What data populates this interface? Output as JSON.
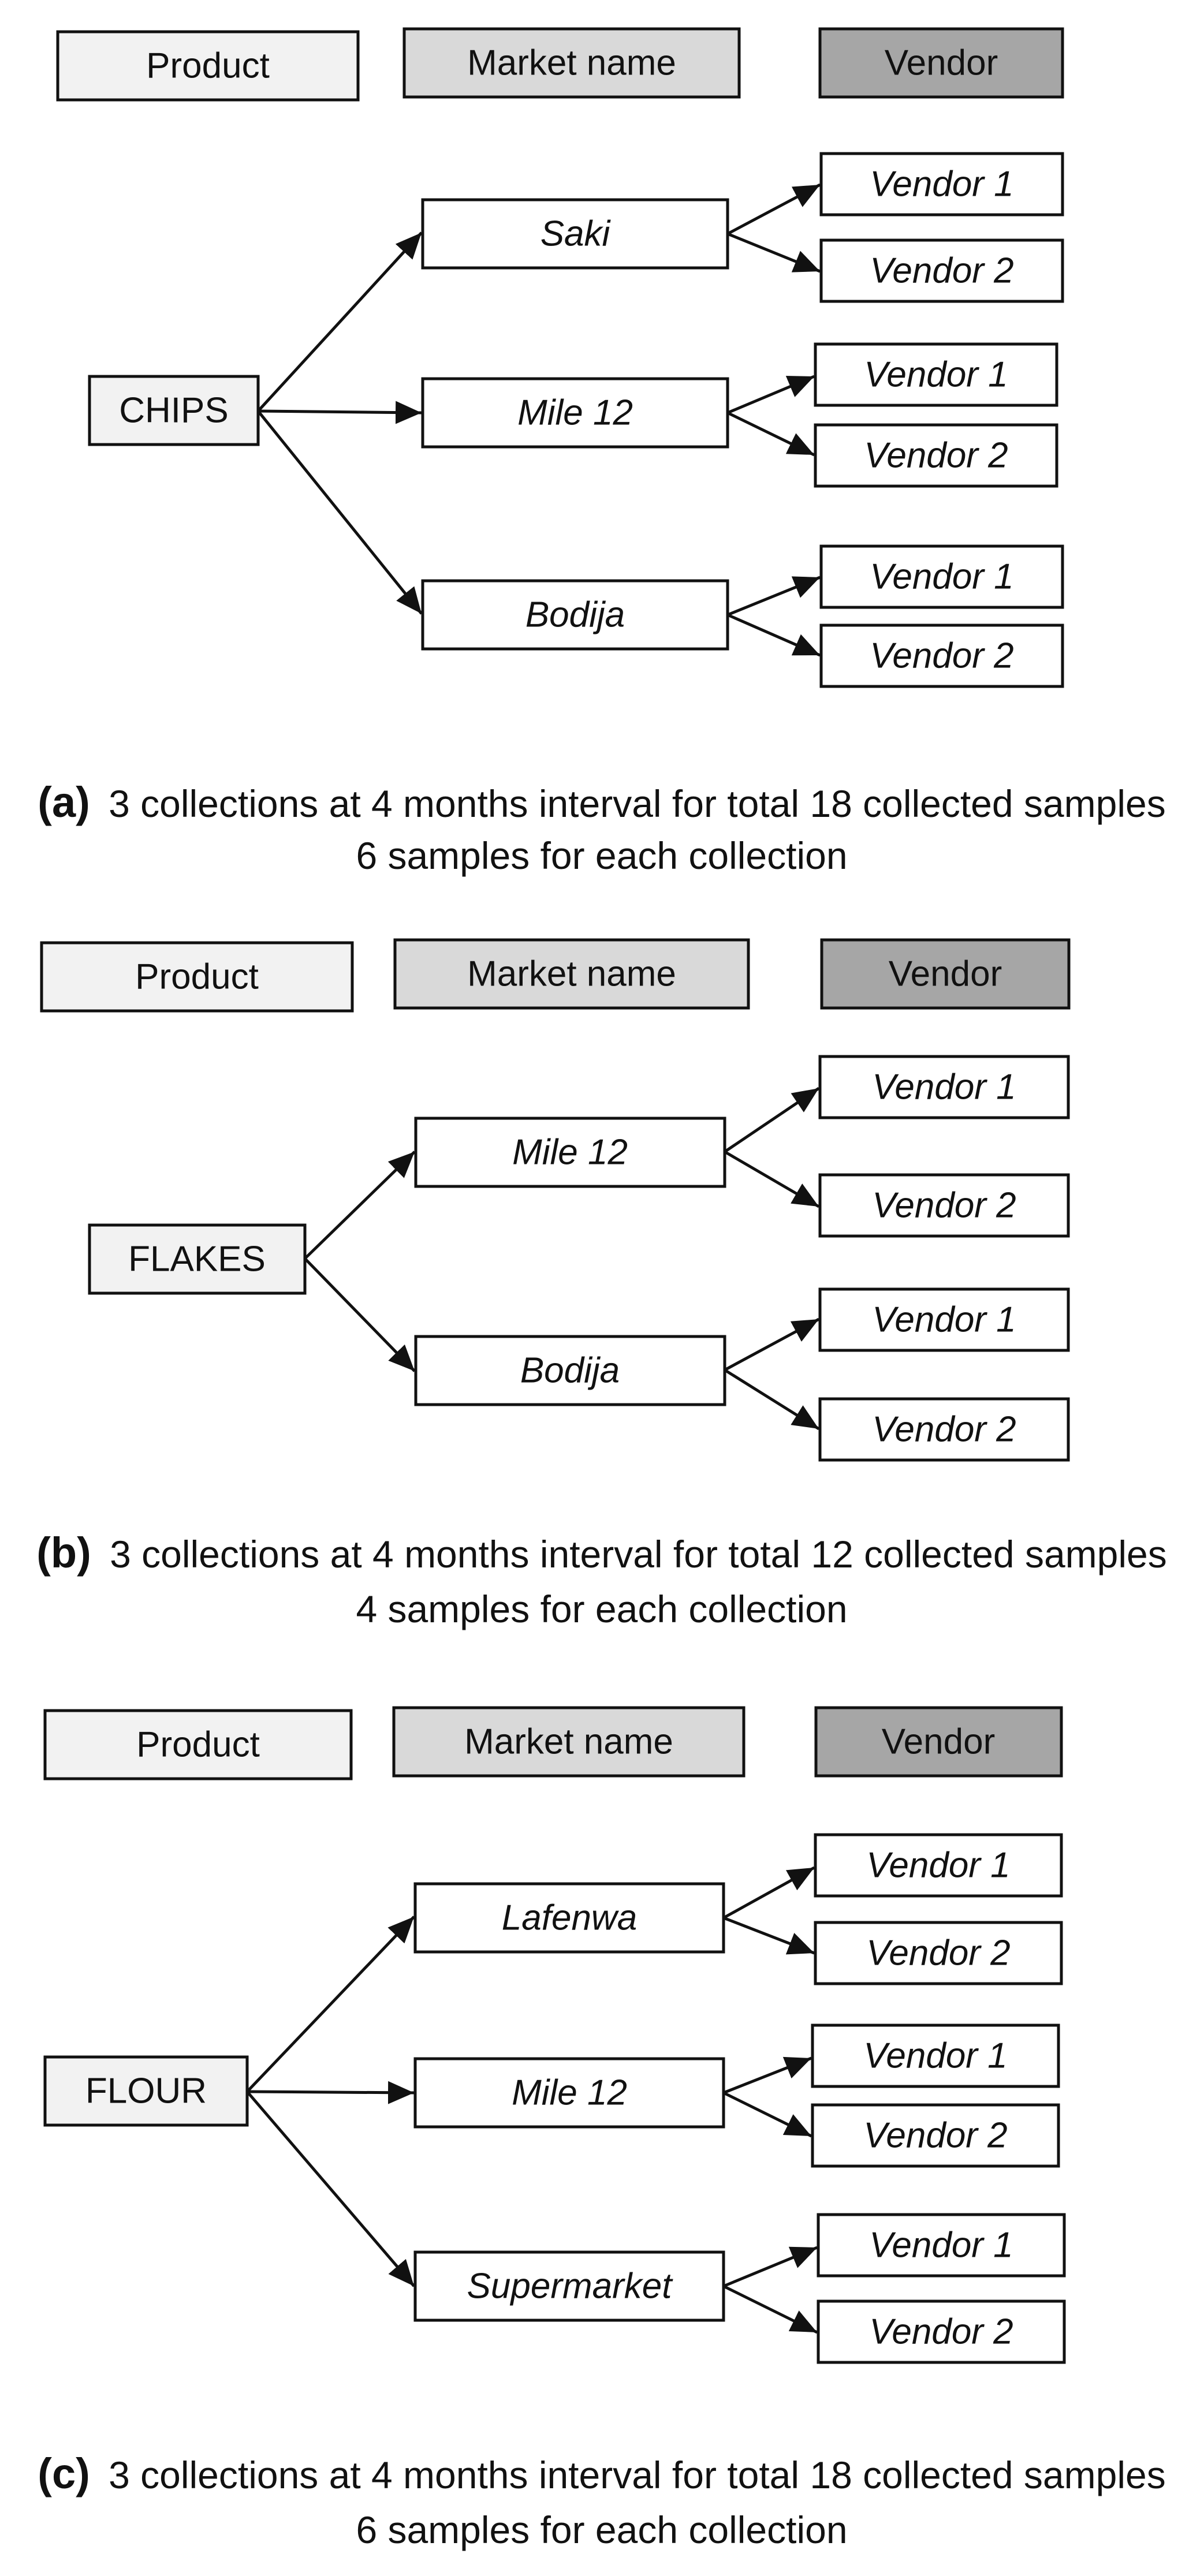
{
  "legend": {
    "product": "Product",
    "market": "Market name",
    "vendor": "Vendor",
    "product_fill": "#f2f2f2",
    "market_fill": "#d9d9d9",
    "vendor_fill": "#a6a6a6"
  },
  "panels": [
    {
      "product": "CHIPS",
      "markets": [
        {
          "name": "Saki",
          "vendors": [
            "Vendor 1",
            "Vendor 2"
          ]
        },
        {
          "name": "Mile 12",
          "vendors": [
            "Vendor 1",
            "Vendor 2"
          ]
        },
        {
          "name": "Bodija",
          "vendors": [
            "Vendor 1",
            "Vendor 2"
          ]
        }
      ],
      "caption_label": "(a)",
      "caption_line1": "3 collections at 4 months interval for total 18 collected samples",
      "caption_line2": "6 samples for each collection"
    },
    {
      "product": "FLAKES",
      "markets": [
        {
          "name": "Mile 12",
          "vendors": [
            "Vendor 1",
            "Vendor 2"
          ]
        },
        {
          "name": "Bodija",
          "vendors": [
            "Vendor 1",
            "Vendor 2"
          ]
        }
      ],
      "caption_label": "(b)",
      "caption_line1": "3 collections at 4 months interval for total 12 collected samples",
      "caption_line2": "4 samples for each collection"
    },
    {
      "product": "FLOUR",
      "markets": [
        {
          "name": "Lafenwa",
          "vendors": [
            "Vendor 1",
            "Vendor 2"
          ]
        },
        {
          "name": "Mile 12",
          "vendors": [
            "Vendor 1",
            "Vendor 2"
          ]
        },
        {
          "name": "Supermarket",
          "vendors": [
            "Vendor 1",
            "Vendor 2"
          ]
        }
      ],
      "caption_label": "(c)",
      "caption_line1": "3 collections at 4 months interval for total 18 collected samples",
      "caption_line2": "6 samples for each collection"
    }
  ]
}
